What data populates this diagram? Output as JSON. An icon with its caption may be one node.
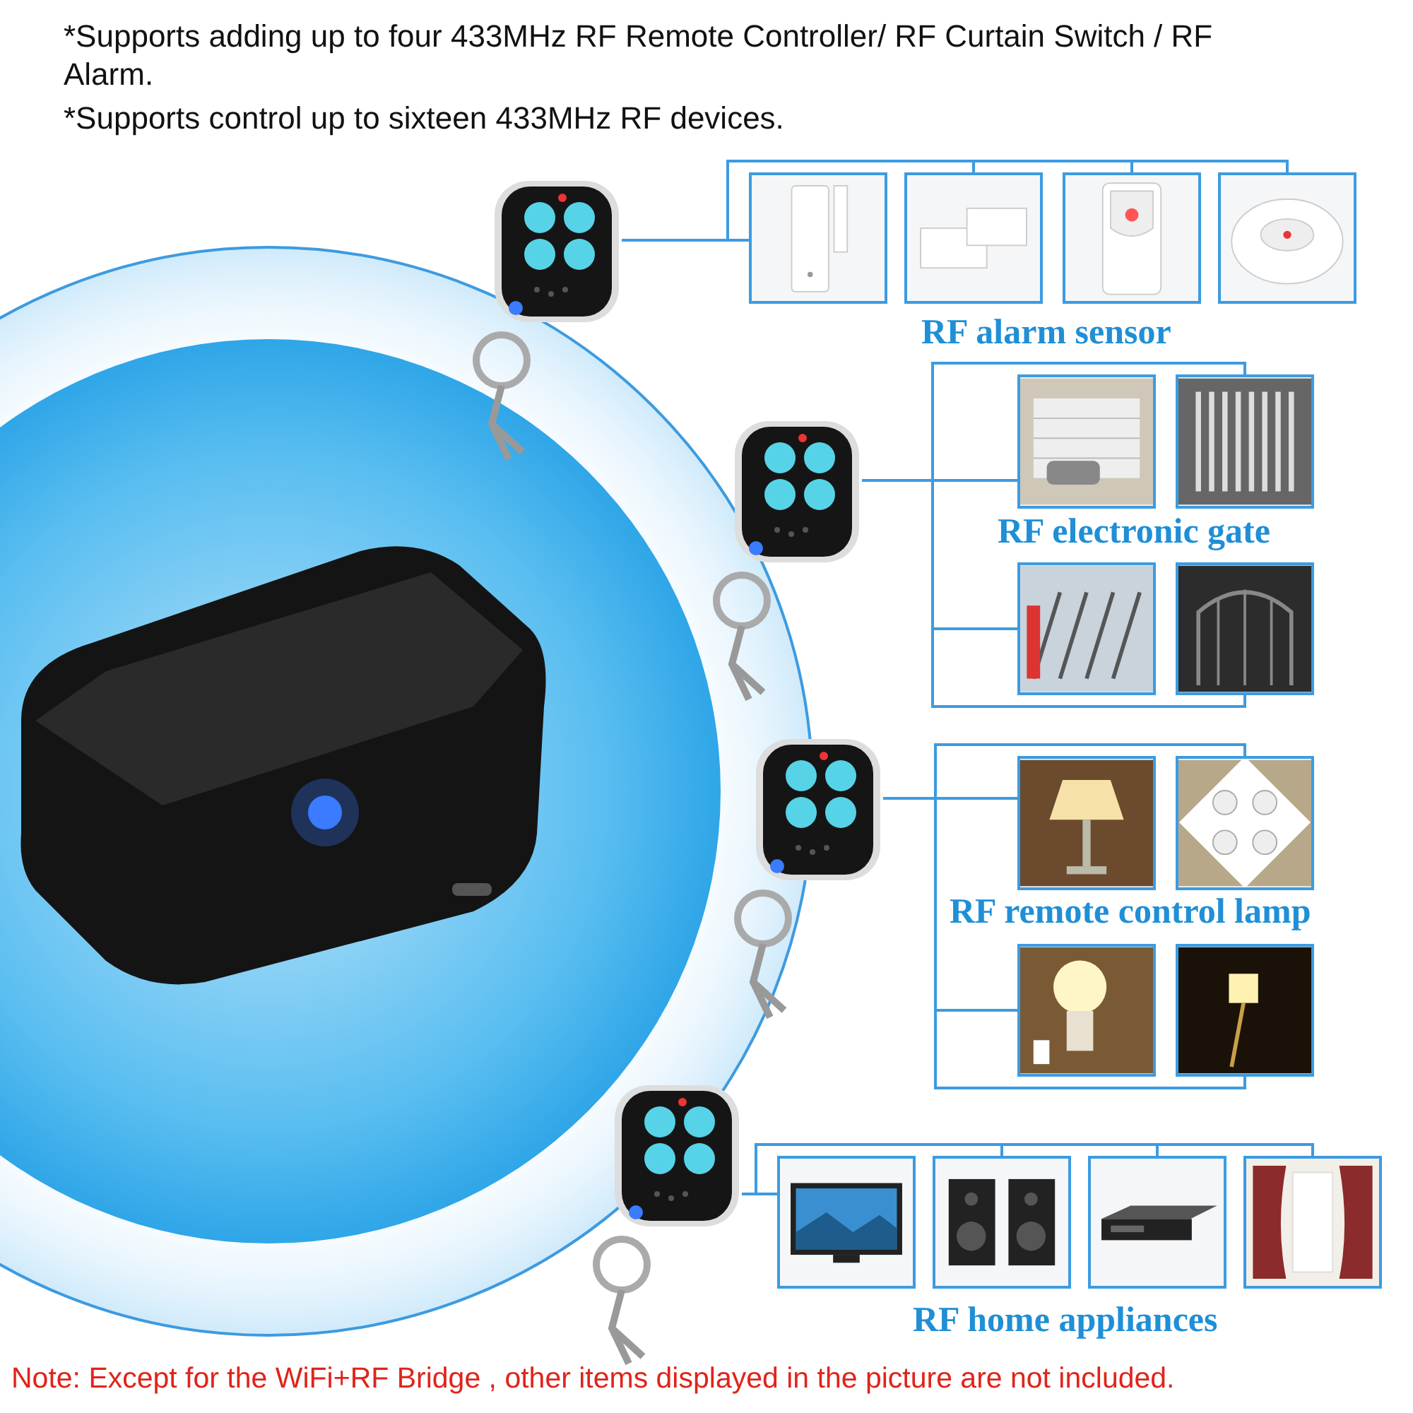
{
  "diagram": {
    "nodes": [
      {
        "text": [],
        "shape": "picture"
      },
      {
        "text": [],
        "shape": "picture"
      },
      {
        "text": [],
        "shape": "picture"
      },
      {
        "text": [],
        "shape": "picture"
      },
      {
        "text": [],
        "shape": "picture"
      },
      {
        "text": [],
        "shape": "picture"
      },
      {
        "text": [],
        "shape": "picture"
      },
      {
        "text": [],
        "shape": "picture"
      },
      {
        "text": [],
        "shape": "picture"
      },
      {
        "text": [],
        "shape": "picture"
      },
      {
        "text": [],
        "shape": "picture"
      },
      {
        "text": [],
        "shape": "picture"
      },
      {
        "text": [],
        "shape": "picture"
      },
      {
        "text": [],
        "shape": "picture"
      },
      {
        "text": [],
        "shape": "picture"
      },
      {
        "text": [],
        "shape": "picture"
      },
      {
        "text": [],
        "shape": "picture"
      },
      {
        "text": [],
        "shape": "picture"
      },
      {
        "text": [],
        "shape": "picture"
      },
      {
        "text": [],
        "shape": "picture"
      },
      {
        "text": [],
        "shape": "picture"
      }
    ],
    "edges": [
      {
        "from": 1,
        "to": 2,
        "arrow": "none"
      },
      {
        "from": 1,
        "to": 3,
        "arrow": "none"
      },
      {
        "from": 1,
        "to": 4,
        "arrow": "none"
      },
      {
        "from": 1,
        "to": 5,
        "arrow": "none"
      },
      {
        "from": 6,
        "to": 7,
        "arrow": "none"
      },
      {
        "from": 6,
        "to": 8,
        "arrow": "none"
      },
      {
        "from": 6,
        "to": 9,
        "arrow": "none"
      },
      {
        "from": 6,
        "to": 10,
        "arrow": "none"
      },
      {
        "from": 11,
        "to": 12,
        "arrow": "none"
      },
      {
        "from": 11,
        "to": 13,
        "arrow": "none"
      },
      {
        "from": 11,
        "to": 14,
        "arrow": "none"
      },
      {
        "from": 11,
        "to": 15,
        "arrow": "none"
      },
      {
        "from": 16,
        "to": 17,
        "arrow": "none"
      },
      {
        "from": 16,
        "to": 18,
        "arrow": "none"
      },
      {
        "from": 16,
        "to": 19,
        "arrow": "none"
      },
      {
        "from": 16,
        "to": 20,
        "arrow": "none"
      }
    ],
    "labels": [
      "*Supports adding up to four 433MHz RF Remote Controller/ RF Curtain Switch / RF Alarm.",
      "*Supports control up to sixteen 433MHz RF devices.",
      "RF alarm sensor",
      "RF electronic gate",
      "RF remote control lamp",
      "RF home appliances",
      "Note: Except for the WiFi+RF Bridge , other items displayed in the picture are not included."
    ]
  }
}
